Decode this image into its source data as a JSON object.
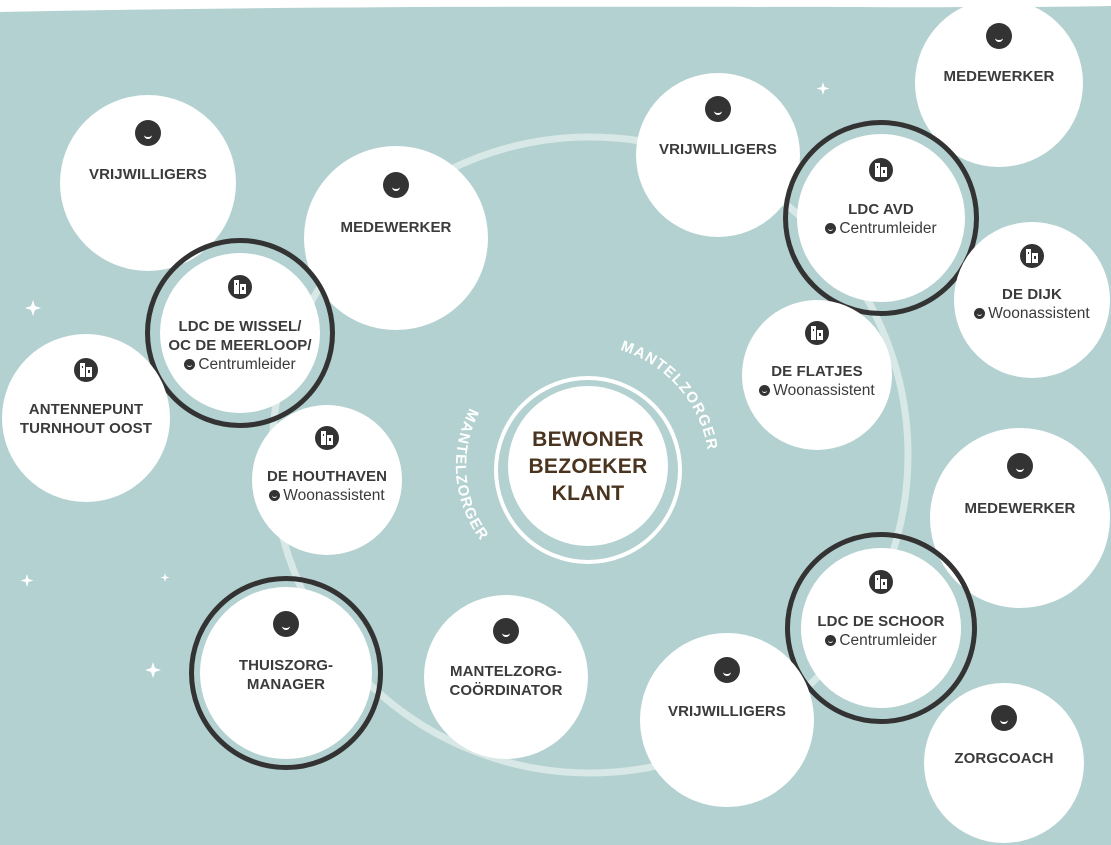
{
  "colors": {
    "background": "#b3d1d0",
    "bubble": "#ffffff",
    "ring": "#333333",
    "center_text": "#4a3420",
    "arc_text": "#ffffff"
  },
  "center": {
    "lines": [
      "BEWONER",
      "BEZOEKER",
      "KLANT"
    ],
    "arc_label": "MANTELZORGER"
  },
  "nodes": [
    {
      "id": "vrijwilligers-left",
      "icon": "face-icon",
      "title": "VRIJWILLIGERS"
    },
    {
      "id": "medewerker-left",
      "icon": "face-icon",
      "title": "MEDEWERKER"
    },
    {
      "id": "ldc-de-wissel",
      "icon": "building-icon",
      "title": "LDC DE WISSEL/\nOC DE MEERLOOP/",
      "role": "Centrumleider"
    },
    {
      "id": "antennepunt",
      "icon": "building-icon",
      "title": "ANTENNEPUNT\nTURNHOUT OOST"
    },
    {
      "id": "de-houthaven",
      "icon": "building-icon",
      "title": "DE HOUTHAVEN",
      "role": "Woonassistent"
    },
    {
      "id": "thuiszorg-manager",
      "icon": "face-icon",
      "title": "THUISZORG-\nMANAGER"
    },
    {
      "id": "mantelzorg-coordinator",
      "icon": "face-icon",
      "title": "MANTELZORG-\nCOÖRDINATOR"
    },
    {
      "id": "vrijwilligers-top",
      "icon": "face-icon",
      "title": "VRIJWILLIGERS"
    },
    {
      "id": "medewerker-top-right",
      "icon": "face-icon",
      "title": "MEDEWERKER"
    },
    {
      "id": "ldc-avd",
      "icon": "building-icon",
      "title": "LDC AVD",
      "role": "Centrumleider"
    },
    {
      "id": "de-dijk",
      "icon": "building-icon",
      "title": "DE DIJK",
      "role": "Woonassistent"
    },
    {
      "id": "de-flatjes",
      "icon": "building-icon",
      "title": "DE FLATJES",
      "role": "Woonassistent"
    },
    {
      "id": "medewerker-right",
      "icon": "face-icon",
      "title": "MEDEWERKER"
    },
    {
      "id": "ldc-de-schoor",
      "icon": "building-icon",
      "title": "LDC DE SCHOOR",
      "role": "Centrumleider"
    },
    {
      "id": "vrijwilligers-bottom",
      "icon": "face-icon",
      "title": "VRIJWILLIGERS"
    },
    {
      "id": "zorgcoach",
      "icon": "face-icon",
      "title": "ZORGCOACH"
    }
  ]
}
